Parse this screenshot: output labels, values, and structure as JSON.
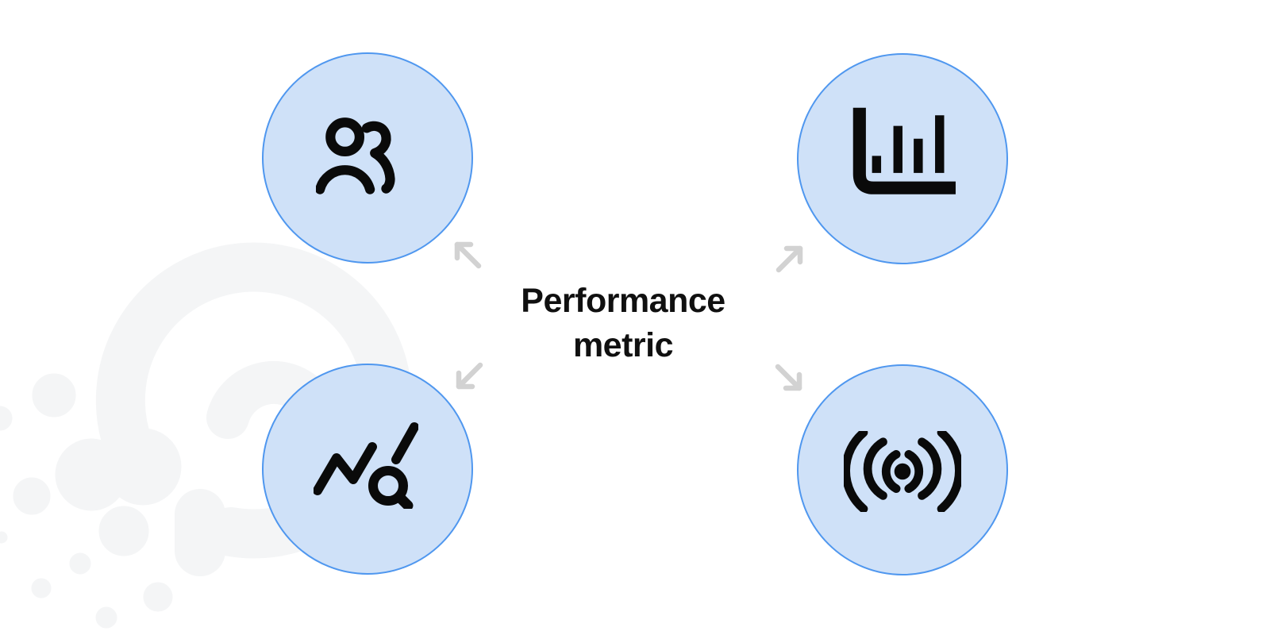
{
  "diagram": {
    "center_label": "Performance metric",
    "nodes": [
      {
        "position": "top-left",
        "icon": "users-icon"
      },
      {
        "position": "top-right",
        "icon": "bar-chart-icon"
      },
      {
        "position": "bottom-left",
        "icon": "trend-search-icon"
      },
      {
        "position": "bottom-right",
        "icon": "signal-icon"
      }
    ],
    "arrows": [
      {
        "direction": "up-left"
      },
      {
        "direction": "up-right"
      },
      {
        "direction": "down-left"
      },
      {
        "direction": "down-right"
      }
    ]
  },
  "colors": {
    "background": "#ffffff",
    "node_fill": "#cfe1f8",
    "node_border": "#4f97ef",
    "icon": "#0a0a0a",
    "arrow": "#d2d2d2",
    "watermark": "#f4f5f6",
    "text": "#101010"
  }
}
